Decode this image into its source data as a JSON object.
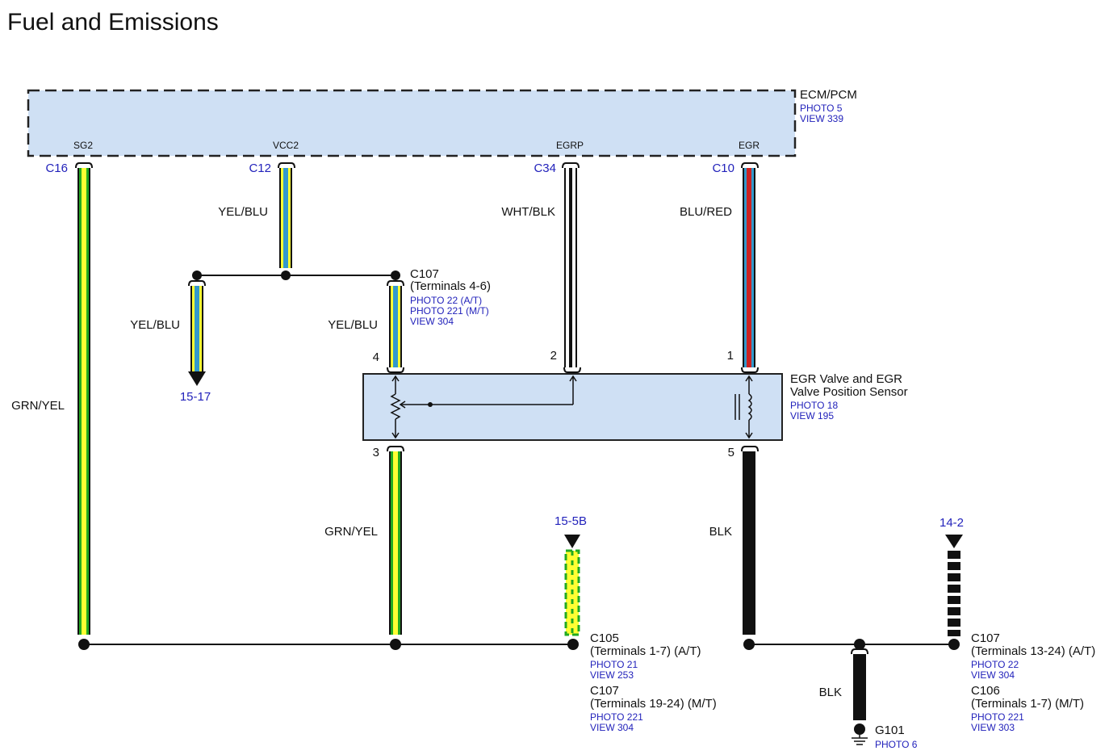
{
  "title": "Fuel and Emissions",
  "ecm": {
    "name": "ECM/PCM",
    "photo": "PHOTO 5",
    "view": "VIEW 339",
    "pins": {
      "sg2": {
        "name": "SG2",
        "connector": "C16"
      },
      "vcc2": {
        "name": "VCC2",
        "connector": "C12"
      },
      "egrp": {
        "name": "EGRP",
        "connector": "C34"
      },
      "egr": {
        "name": "EGR",
        "connector": "C10"
      }
    }
  },
  "wires": {
    "sg2": "GRN/YEL",
    "vcc2": "YEL/BLU",
    "vcc2_branch": "YEL/BLU",
    "vcc2_sensor": "YEL/BLU",
    "egrp": "WHT/BLK",
    "egr": "BLU/RED",
    "sensor_gnd": "GRN/YEL",
    "sensor_blk": "BLK",
    "ground": "BLK"
  },
  "references": {
    "vcc2_branch": "15-17",
    "grn_yel_ref": "15-5B",
    "blk_ref": "14-2"
  },
  "c107_top": {
    "name": "C107",
    "terminals": "(Terminals 4-6)",
    "photo_at": "PHOTO 22 (A/T)",
    "photo_mt": "PHOTO 221 (M/T)",
    "view": "VIEW 304"
  },
  "sensor": {
    "name_line1": "EGR Valve and EGR",
    "name_line2": "Valve Position Sensor",
    "photo": "PHOTO 18",
    "view": "VIEW 195",
    "pins": {
      "p1": "1",
      "p2": "2",
      "p3": "3",
      "p4": "4",
      "p5": "5"
    }
  },
  "c105": {
    "name": "C105",
    "terminals": "(Terminals 1-7) (A/T)",
    "photo": "PHOTO 21",
    "view": "VIEW 253"
  },
  "c107_mt": {
    "name": "C107",
    "terminals": "(Terminals 19-24) (M/T)",
    "photo": "PHOTO 221",
    "view": "VIEW 304"
  },
  "c107_at": {
    "name": "C107",
    "terminals": "(Terminals 13-24) (A/T)",
    "photo": "PHOTO 22",
    "view": "VIEW 304"
  },
  "c106": {
    "name": "C106",
    "terminals": "(Terminals 1-7) (M/T)",
    "photo": "PHOTO 221",
    "view": "VIEW 303"
  },
  "ground": {
    "name": "G101",
    "photo": "PHOTO 6"
  },
  "colors": {
    "module_fill": "#cfe0f4",
    "grn": "#22aa22",
    "yel": "#ffff33",
    "blu": "#3399cc",
    "red": "#cc2222",
    "link": "#2222bb"
  }
}
